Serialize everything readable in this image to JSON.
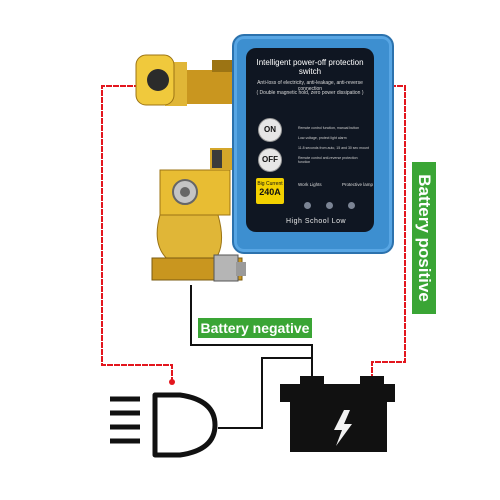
{
  "labels": {
    "battery_negative": "Battery negative",
    "battery_positive": "Battery positive"
  },
  "switch": {
    "title": "Intelligent power-off protection switch",
    "subtitle1": "Anti-loss of electricity, anti-leakage, anti-reverse connection",
    "subtitle2": "( Double magnetic hold, zero power dissipation )",
    "on_label": "ON",
    "off_label": "OFF",
    "features": [
      "Remote control function, manual button",
      "Low-voltage, protect light alarm",
      "11.8 seconds from auto, 15 and 30 sec mount",
      "Remote control anti-reverse protection function"
    ],
    "rating_caption": "Big Current",
    "rating_value": "240A",
    "indicator_work": "Work Lights",
    "indicator_protection": "Protective lamp",
    "mode_labels": "High School Low"
  },
  "colors": {
    "wire_red": "#e3161e",
    "wire_black": "#111111",
    "label_green": "#3aa535",
    "switch_blue": "#3d8fd0",
    "brass": "#d4a62a"
  },
  "icons": [
    "headlight-icon",
    "battery-icon",
    "lightning-icon"
  ]
}
